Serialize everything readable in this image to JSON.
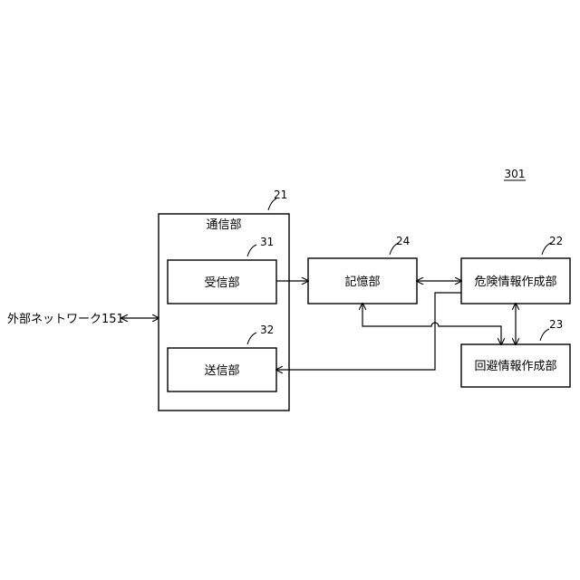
{
  "figure_ref": "301",
  "external_network": "外部ネットワーク151",
  "blocks": {
    "comm": {
      "ref": "21",
      "label": "通信部"
    },
    "recv": {
      "ref": "31",
      "label": "受信部"
    },
    "send": {
      "ref": "32",
      "label": "送信部"
    },
    "memory": {
      "ref": "24",
      "label": "記憶部"
    },
    "danger": {
      "ref": "22",
      "label": "危険情報作成部"
    },
    "avoid": {
      "ref": "23",
      "label": "回避情報作成部"
    }
  }
}
